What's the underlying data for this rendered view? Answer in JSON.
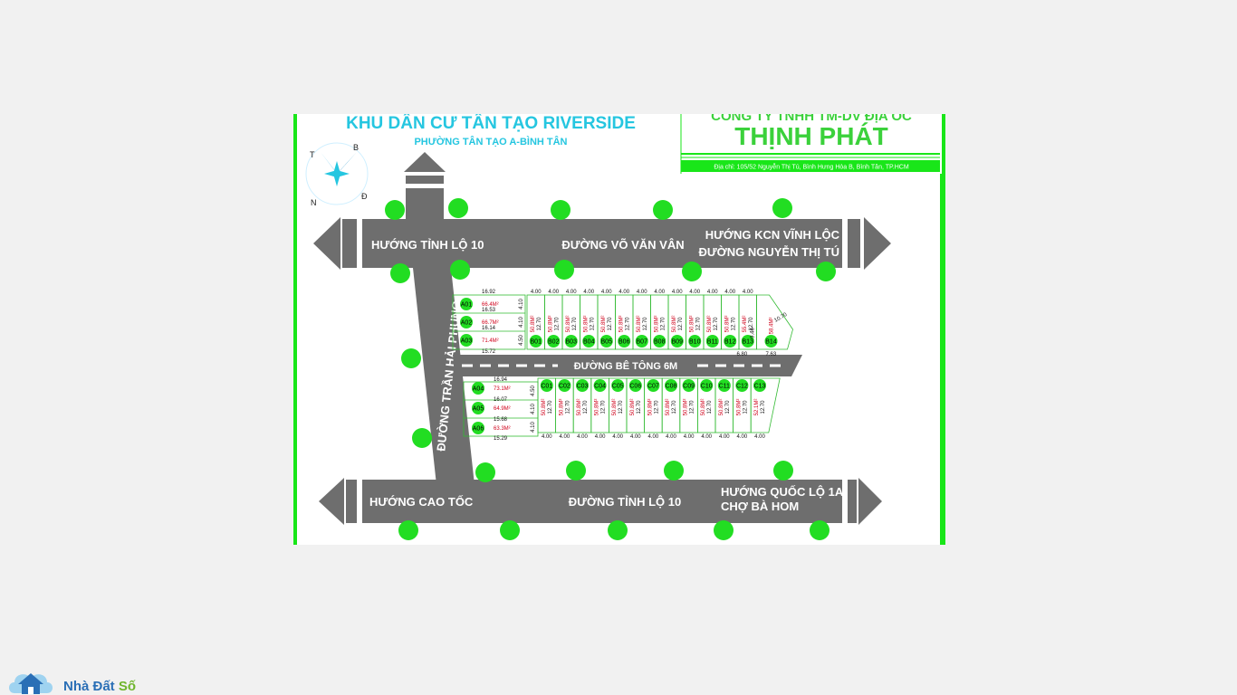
{
  "project": {
    "title": "KHU DÂN CƯ TÂN TẠO RIVERSIDE",
    "subtitle": "PHƯỜNG TÂN TẠO A-BÌNH TÂN"
  },
  "company": {
    "line1": "CÔNG TY TNHH TM-DV ĐỊA ỐC",
    "name": "THỊNH PHÁT",
    "address": "Địa chỉ: 105/52 Nguyễn Thị Tú, Bình Hưng Hòa B, Bình Tân, TP.HCM"
  },
  "compass": {
    "t": "T",
    "b": "B",
    "n": "N",
    "d": "Đ"
  },
  "roads": {
    "top_left": "HƯỚNG TỈNH LỘ 10",
    "top_center": "ĐƯỜNG VÕ VĂN VÂN",
    "top_right_1": "HƯỚNG KCN VĨNH LỘC",
    "top_right_2": "ĐƯỜNG NGUYỄN THỊ TÚ",
    "middle": "ĐƯỜNG BÊ TÔNG 6M",
    "vertical": "ĐƯỜNG TRẦN HẢI PHỤNG",
    "bottom_left": "HƯỚNG CAO TỐC",
    "bottom_center": "ĐƯỜNG TỈNH LỘ 10",
    "bottom_right_1": "HƯỚNG QUỐC LỘ 1A",
    "bottom_right_2": "CHỢ BÀ HOM"
  },
  "lots_a": [
    {
      "id": "A01",
      "area": "66.4M²",
      "top": "16.92",
      "bottom": "16.53"
    },
    {
      "id": "A02",
      "area": "66.7M²",
      "top": "16.53",
      "bottom": "16.14"
    },
    {
      "id": "A03",
      "area": "71.4M²",
      "top": "16.14",
      "bottom": "15.72"
    },
    {
      "id": "A04",
      "area": "73.1M²",
      "top": "16.94",
      "bottom": "16.07"
    },
    {
      "id": "A05",
      "area": "64.9M²",
      "top": "16.07",
      "bottom": "15.68"
    },
    {
      "id": "A06",
      "area": "63.3M²",
      "top": "15.68",
      "bottom": "15.29"
    }
  ],
  "a_sides": {
    "upper": [
      "4.10",
      "4.10",
      "4.50"
    ],
    "lower": [
      "4.50",
      "4.10",
      "4.10"
    ]
  },
  "lots_b": [
    "B01",
    "B02",
    "B03",
    "B04",
    "B05",
    "B06",
    "B07",
    "B08",
    "B09",
    "B10",
    "B11",
    "B12",
    "B13",
    "B14"
  ],
  "lots_c": [
    "C01",
    "C02",
    "C03",
    "C04",
    "C05",
    "C06",
    "C07",
    "C08",
    "C09",
    "C10",
    "C11",
    "C12",
    "C13"
  ],
  "lot_dims": {
    "width": "4.00",
    "depth": "12.70",
    "area": "50.8M²"
  },
  "b13_area": "55.4M²",
  "b14_area": "58.4M²",
  "c13_area": "52.1M²",
  "b14_dims": {
    "side": "10.70",
    "right": "9.46",
    "bottom": "7.63",
    "b13_bottom": "6.80"
  },
  "logo": {
    "brand": "Nhà Đất ",
    "accent": "Số"
  },
  "colors": {
    "road": "#6e6e6e",
    "tree": "#22dd22",
    "border": "#19e619",
    "title": "#25c6e0",
    "company": "#3bd13b",
    "lot_line": "#33bb33",
    "area_text": "#d0021b"
  }
}
